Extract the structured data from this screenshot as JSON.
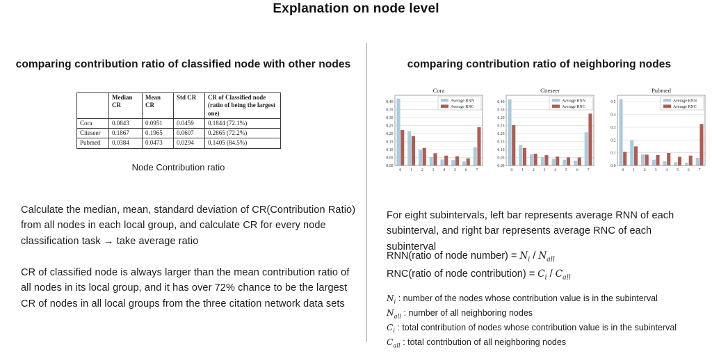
{
  "title": "Explanation on node level",
  "left": {
    "heading": "comparing contribution ratio of classified node with other nodes",
    "table": {
      "headers": [
        "",
        "Median CR",
        "Mean CR",
        "Std CR",
        "CR of Classified node (ratio of being the largest one)"
      ],
      "rows": [
        {
          "label": "Cora",
          "median": "0.0843",
          "mean": "0.0951",
          "std": "0.0459",
          "cr": "0.1844 (72.1%)"
        },
        {
          "label": "Citeseer",
          "median": "0.1867",
          "mean": "0.1965",
          "std": "0.0607",
          "cr": "0.2865 (72.2%)"
        },
        {
          "label": "Pubmed",
          "median": "0.0384",
          "mean": "0.0473",
          "std": "0.0294",
          "cr": "0.1405 (84.5%)"
        }
      ],
      "caption": "Node Contribution ratio"
    },
    "para1": "Calculate the median, mean, standard deviation of CR(Contribution Ratio) from all nodes in each local group, and calculate CR for every node classification task → take average ratio",
    "para2": "CR of classified node is always larger than the mean contribution ratio of all nodes in its local group, and it has over 72% chance to be the largest CR of nodes in all local groups from the three citation network data sets"
  },
  "right": {
    "heading": "comparing contribution ratio of neighboring nodes",
    "para1": "For eight subintervals, left bar represents average RNN of each subinterval, and right bar represents average RNC of each subinterval",
    "formulas": [
      {
        "lhs": "RNN(ratio of node number) = ",
        "num_base": "N",
        "num_sub": "i",
        "sep": " / ",
        "den_base": "N",
        "den_sub": "all"
      },
      {
        "lhs": "RNC(ratio of node contribution) = ",
        "num_base": "C",
        "num_sub": "i",
        "sep": " / ",
        "den_base": "C",
        "den_sub": "all"
      }
    ],
    "definitions": [
      {
        "base": "N",
        "sub": "i",
        "text": ": number of the nodes whose contribution value is in the subinterval"
      },
      {
        "base": "N",
        "sub": "all",
        "text": ": number of all neighboring nodes"
      },
      {
        "base": "C",
        "sub": "i",
        "text": ": total contribution of nodes whose contribution value is in the subinterval"
      },
      {
        "base": "C",
        "sub": "all",
        "text": ": total contribution of all neighboring nodes"
      }
    ]
  },
  "chart_data": [
    {
      "type": "bar",
      "title": "Cora",
      "categories": [
        "0",
        "1",
        "2",
        "3",
        "4",
        "5",
        "6",
        "7"
      ],
      "series": [
        {
          "name": "Average RNN",
          "color": "#a9cbe0",
          "values": [
            0.42,
            0.215,
            0.1,
            0.053,
            0.038,
            0.034,
            0.025,
            0.115
          ]
        },
        {
          "name": "Average RNC",
          "color": "#b05c52",
          "values": [
            0.222,
            0.185,
            0.11,
            0.077,
            0.062,
            0.058,
            0.045,
            0.24
          ]
        }
      ],
      "ylim": [
        0,
        0.44
      ],
      "yticks": [
        0,
        0.05,
        0.1,
        0.15,
        0.2,
        0.25,
        0.3,
        0.35,
        0.4
      ],
      "ytick_decimals": 2,
      "grid": true,
      "legend_position": "upper right"
    },
    {
      "type": "bar",
      "title": "Citeseer",
      "categories": [
        "0",
        "1",
        "2",
        "3",
        "4",
        "5",
        "6",
        "7"
      ],
      "series": [
        {
          "name": "Average RNN",
          "color": "#a9cbe0",
          "values": [
            0.415,
            0.128,
            0.07,
            0.053,
            0.042,
            0.036,
            0.031,
            0.208
          ]
        },
        {
          "name": "Average RNC",
          "color": "#b05c52",
          "values": [
            0.253,
            0.11,
            0.074,
            0.065,
            0.056,
            0.051,
            0.05,
            0.325
          ]
        }
      ],
      "ylim": [
        0,
        0.44
      ],
      "yticks": [
        0,
        0.05,
        0.1,
        0.15,
        0.2,
        0.25,
        0.3,
        0.35,
        0.4
      ],
      "ytick_decimals": 2,
      "grid": true,
      "legend_position": "upper right"
    },
    {
      "type": "bar",
      "title": "Pubmed",
      "categories": [
        "0",
        "1",
        "2",
        "3",
        "4",
        "5",
        "6",
        "7"
      ],
      "series": [
        {
          "name": "Average RNN",
          "color": "#a9cbe0",
          "values": [
            0.52,
            0.198,
            0.087,
            0.045,
            0.034,
            0.025,
            0.022,
            0.06
          ]
        },
        {
          "name": "Average RNC",
          "color": "#b05c52",
          "values": [
            0.107,
            0.15,
            0.085,
            0.082,
            0.098,
            0.068,
            0.078,
            0.325
          ]
        }
      ],
      "ylim": [
        0,
        0.55
      ],
      "yticks": [
        0,
        0.1,
        0.2,
        0.3,
        0.4,
        0.5
      ],
      "ytick_decimals": 1,
      "grid": true,
      "legend_position": "upper right"
    }
  ],
  "colors": {
    "rnn": "#a9cbe0",
    "rnc": "#b05c52",
    "divider": "#a6a6a6",
    "grid": "#dcdcdc",
    "axis": "#8a8a8a"
  }
}
